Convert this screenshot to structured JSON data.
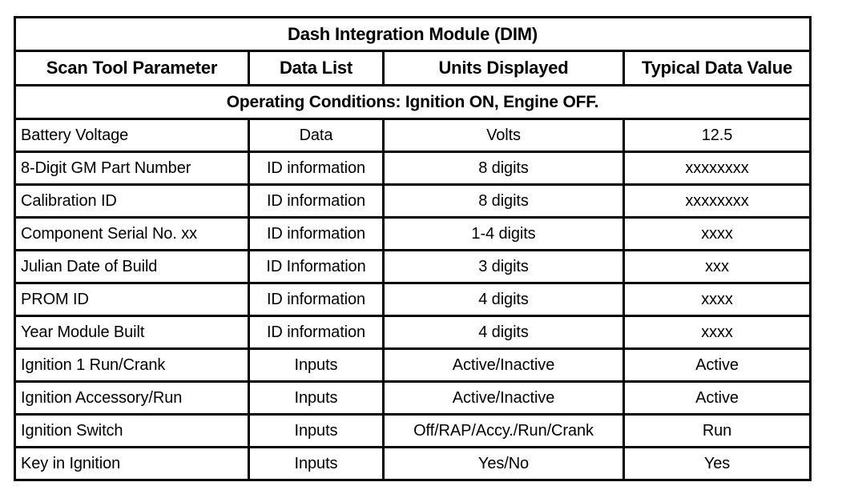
{
  "table": {
    "title": "Dash Integration Module (DIM)",
    "columns": [
      "Scan Tool Parameter",
      "Data List",
      "Units Displayed",
      "Typical Data Value"
    ],
    "operating_conditions": "Operating Conditions: Ignition ON, Engine OFF.",
    "rows": [
      {
        "parameter": "Battery Voltage",
        "data_list": "Data",
        "units": "Volts",
        "value": "12.5"
      },
      {
        "parameter": "8-Digit GM Part Number",
        "data_list": "ID information",
        "units": "8 digits",
        "value": "xxxxxxxx"
      },
      {
        "parameter": "Calibration ID",
        "data_list": "ID information",
        "units": "8 digits",
        "value": "xxxxxxxx"
      },
      {
        "parameter": "Component Serial No. xx",
        "data_list": "ID information",
        "units": "1-4 digits",
        "value": "xxxx"
      },
      {
        "parameter": "Julian Date of Build",
        "data_list": "ID Information",
        "units": "3 digits",
        "value": "xxx"
      },
      {
        "parameter": "PROM ID",
        "data_list": "ID information",
        "units": "4 digits",
        "value": "xxxx"
      },
      {
        "parameter": "Year Module Built",
        "data_list": "ID information",
        "units": "4 digits",
        "value": "xxxx"
      },
      {
        "parameter": "Ignition 1 Run/Crank",
        "data_list": "Inputs",
        "units": "Active/Inactive",
        "value": "Active"
      },
      {
        "parameter": "Ignition Accessory/Run",
        "data_list": "Inputs",
        "units": "Active/Inactive",
        "value": "Active"
      },
      {
        "parameter": "Ignition Switch",
        "data_list": "Inputs",
        "units": "Off/RAP/Accy./Run/Crank",
        "value": "Run"
      },
      {
        "parameter": "Key in Ignition",
        "data_list": "Inputs",
        "units": "Yes/No",
        "value": "Yes"
      }
    ]
  },
  "colors": {
    "border": "#000000",
    "text": "#000000",
    "background": "#ffffff"
  }
}
